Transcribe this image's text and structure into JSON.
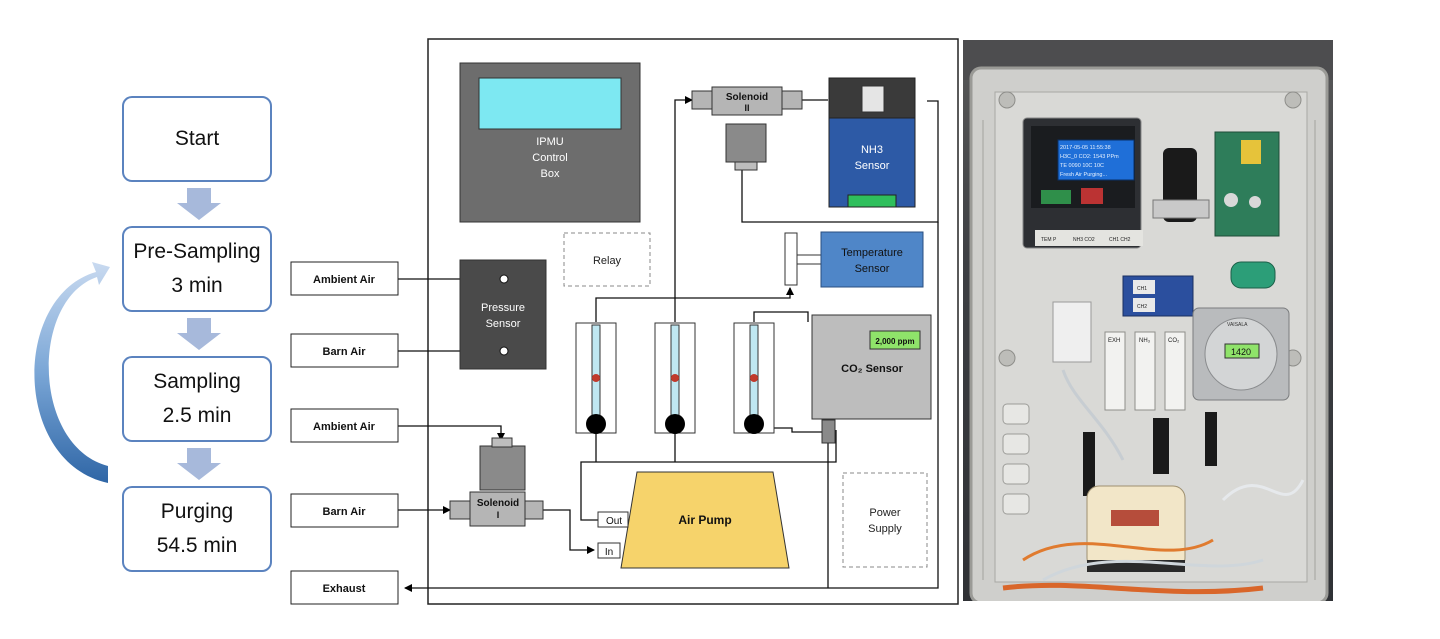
{
  "flowchart": {
    "steps": [
      {
        "line1": "Start",
        "line2": ""
      },
      {
        "line1": "Pre-Sampling",
        "line2": "3 min"
      },
      {
        "line1": "Sampling",
        "line2": "2.5 min"
      },
      {
        "line1": "Purging",
        "line2": "54.5 min"
      }
    ],
    "colors": {
      "border": "#5b83bf",
      "arrow": "#a7b9db",
      "loop_arrow": "#3f78b5"
    }
  },
  "schematic": {
    "inputs": {
      "ambient_air_1": "Ambient Air",
      "barn_air_1": "Barn Air",
      "ambient_air_2": "Ambient Air",
      "barn_air_2": "Barn Air",
      "exhaust": "Exhaust"
    },
    "control_box": {
      "line1": "IPMU",
      "line2": "Control",
      "line3": "Box"
    },
    "relay": "Relay",
    "pressure_sensor": {
      "line1": "Pressure",
      "line2": "Sensor"
    },
    "solenoid_2": {
      "line1": "Solenoid",
      "line2": "II"
    },
    "solenoid_1": {
      "line1": "Solenoid",
      "line2": "I"
    },
    "nh3_sensor": {
      "line1": "NH3",
      "line2": "Sensor"
    },
    "temperature_sensor": {
      "line1": "Temperature",
      "line2": "Sensor"
    },
    "co2_display": "2,000 ppm",
    "co2_sensor": "CO₂ Sensor",
    "air_pump": "Air Pump",
    "pump_out": "Out",
    "pump_in": "In",
    "power_supply": {
      "line1": "Power",
      "line2": "Supply"
    },
    "colors": {
      "control_box": "#6d6d6d",
      "lcd": "#7de8f2",
      "pump": "#f6d36b",
      "nh3": "#2d5aa6",
      "temperature": "#4f86c8",
      "co2": "#bdbdbd",
      "co2_display": "#8fe36a"
    }
  },
  "photo": {
    "lcd_text": [
      "2017-05-05 11:55:38",
      "H3C_0  CO2: 1543 PPm",
      "TE 0090  10C 10C",
      "Fresh Air Purging..."
    ],
    "tube_labels": [
      "EXH",
      "NH₃",
      "CO₂"
    ],
    "board_labels": [
      "TEM P",
      "NH3 CO2",
      "CH1 CH2"
    ],
    "relay_labels": [
      "CH1",
      "CH2"
    ],
    "gauge_reading": "1420",
    "gauge_brand": "VAISALA"
  }
}
